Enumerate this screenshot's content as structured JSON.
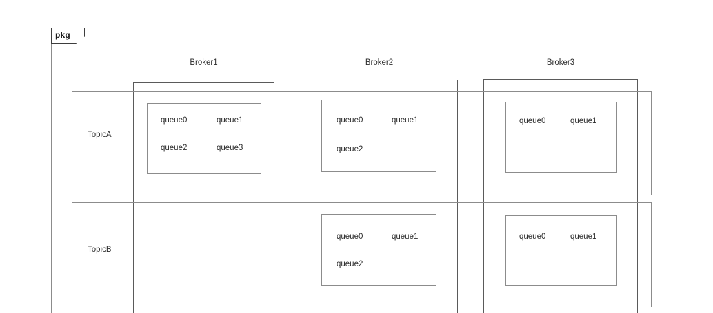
{
  "diagram": {
    "frame_label": "pkg",
    "brokers": [
      {
        "label": "Broker1"
      },
      {
        "label": "Broker2"
      },
      {
        "label": "Broker3"
      }
    ],
    "topics": [
      {
        "label": "TopicA"
      },
      {
        "label": "TopicB"
      }
    ],
    "cells": [
      {
        "topic": "TopicA",
        "broker": "Broker1",
        "has_box": true,
        "queues": [
          "queue0",
          "queue1",
          "queue2",
          "queue3"
        ]
      },
      {
        "topic": "TopicA",
        "broker": "Broker2",
        "has_box": true,
        "queues": [
          "queue0",
          "queue1",
          "queue2"
        ]
      },
      {
        "topic": "TopicA",
        "broker": "Broker3",
        "has_box": true,
        "queues": [
          "queue0",
          "queue1"
        ]
      },
      {
        "topic": "TopicB",
        "broker": "Broker1",
        "has_box": false,
        "queues": []
      },
      {
        "topic": "TopicB",
        "broker": "Broker2",
        "has_box": true,
        "queues": [
          "queue0",
          "queue1",
          "queue2"
        ]
      },
      {
        "topic": "TopicB",
        "broker": "Broker3",
        "has_box": true,
        "queues": [
          "queue0",
          "queue1"
        ]
      }
    ],
    "colors": {
      "background": "#ffffff",
      "frame_stroke": "#8c8c8c",
      "tab_stroke": "#3d3d3d",
      "broker_stroke": "#5a5a5a",
      "box_stroke": "#8c8c8c",
      "text": "#2e2e2e",
      "tab_text": "#1a1a1a"
    }
  }
}
